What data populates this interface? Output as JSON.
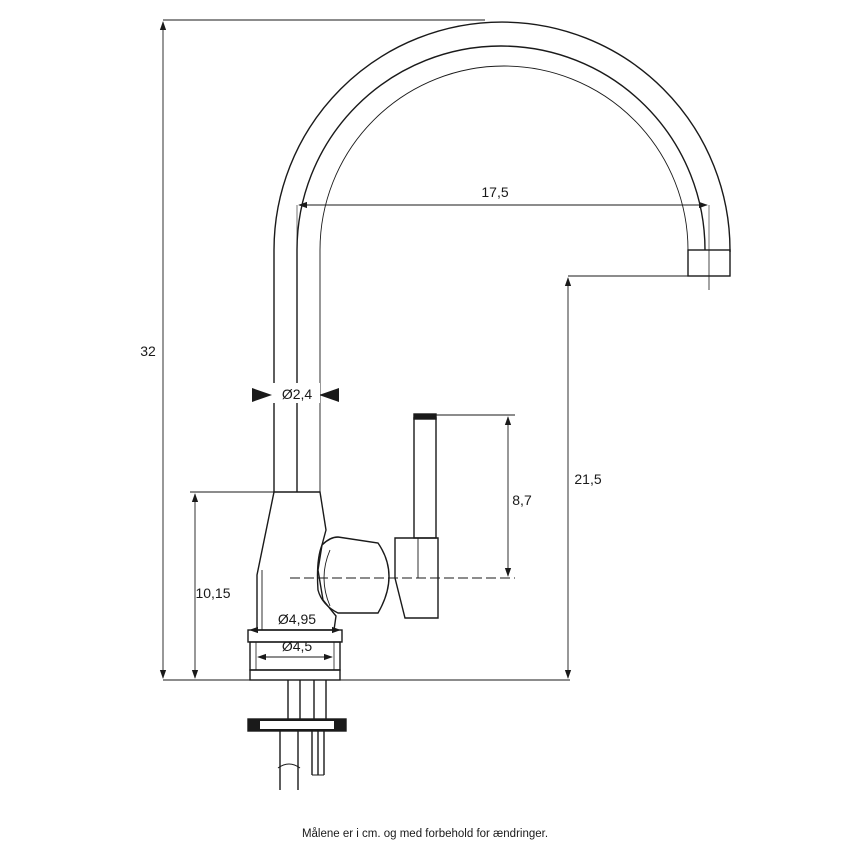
{
  "dimensions": {
    "total_height": "32",
    "spout_reach": "17,5",
    "spout_outlet_height": "21,5",
    "pipe_diameter": "Ø2,4",
    "handle_height": "8,7",
    "body_height": "10,15",
    "base_outer_diameter": "Ø4,95",
    "base_inner_diameter": "Ø4,5"
  },
  "caption": "Målene er i cm. og med forbehold for ændringer.",
  "colors": {
    "line": "#1a1a1a",
    "background": "#ffffff"
  }
}
